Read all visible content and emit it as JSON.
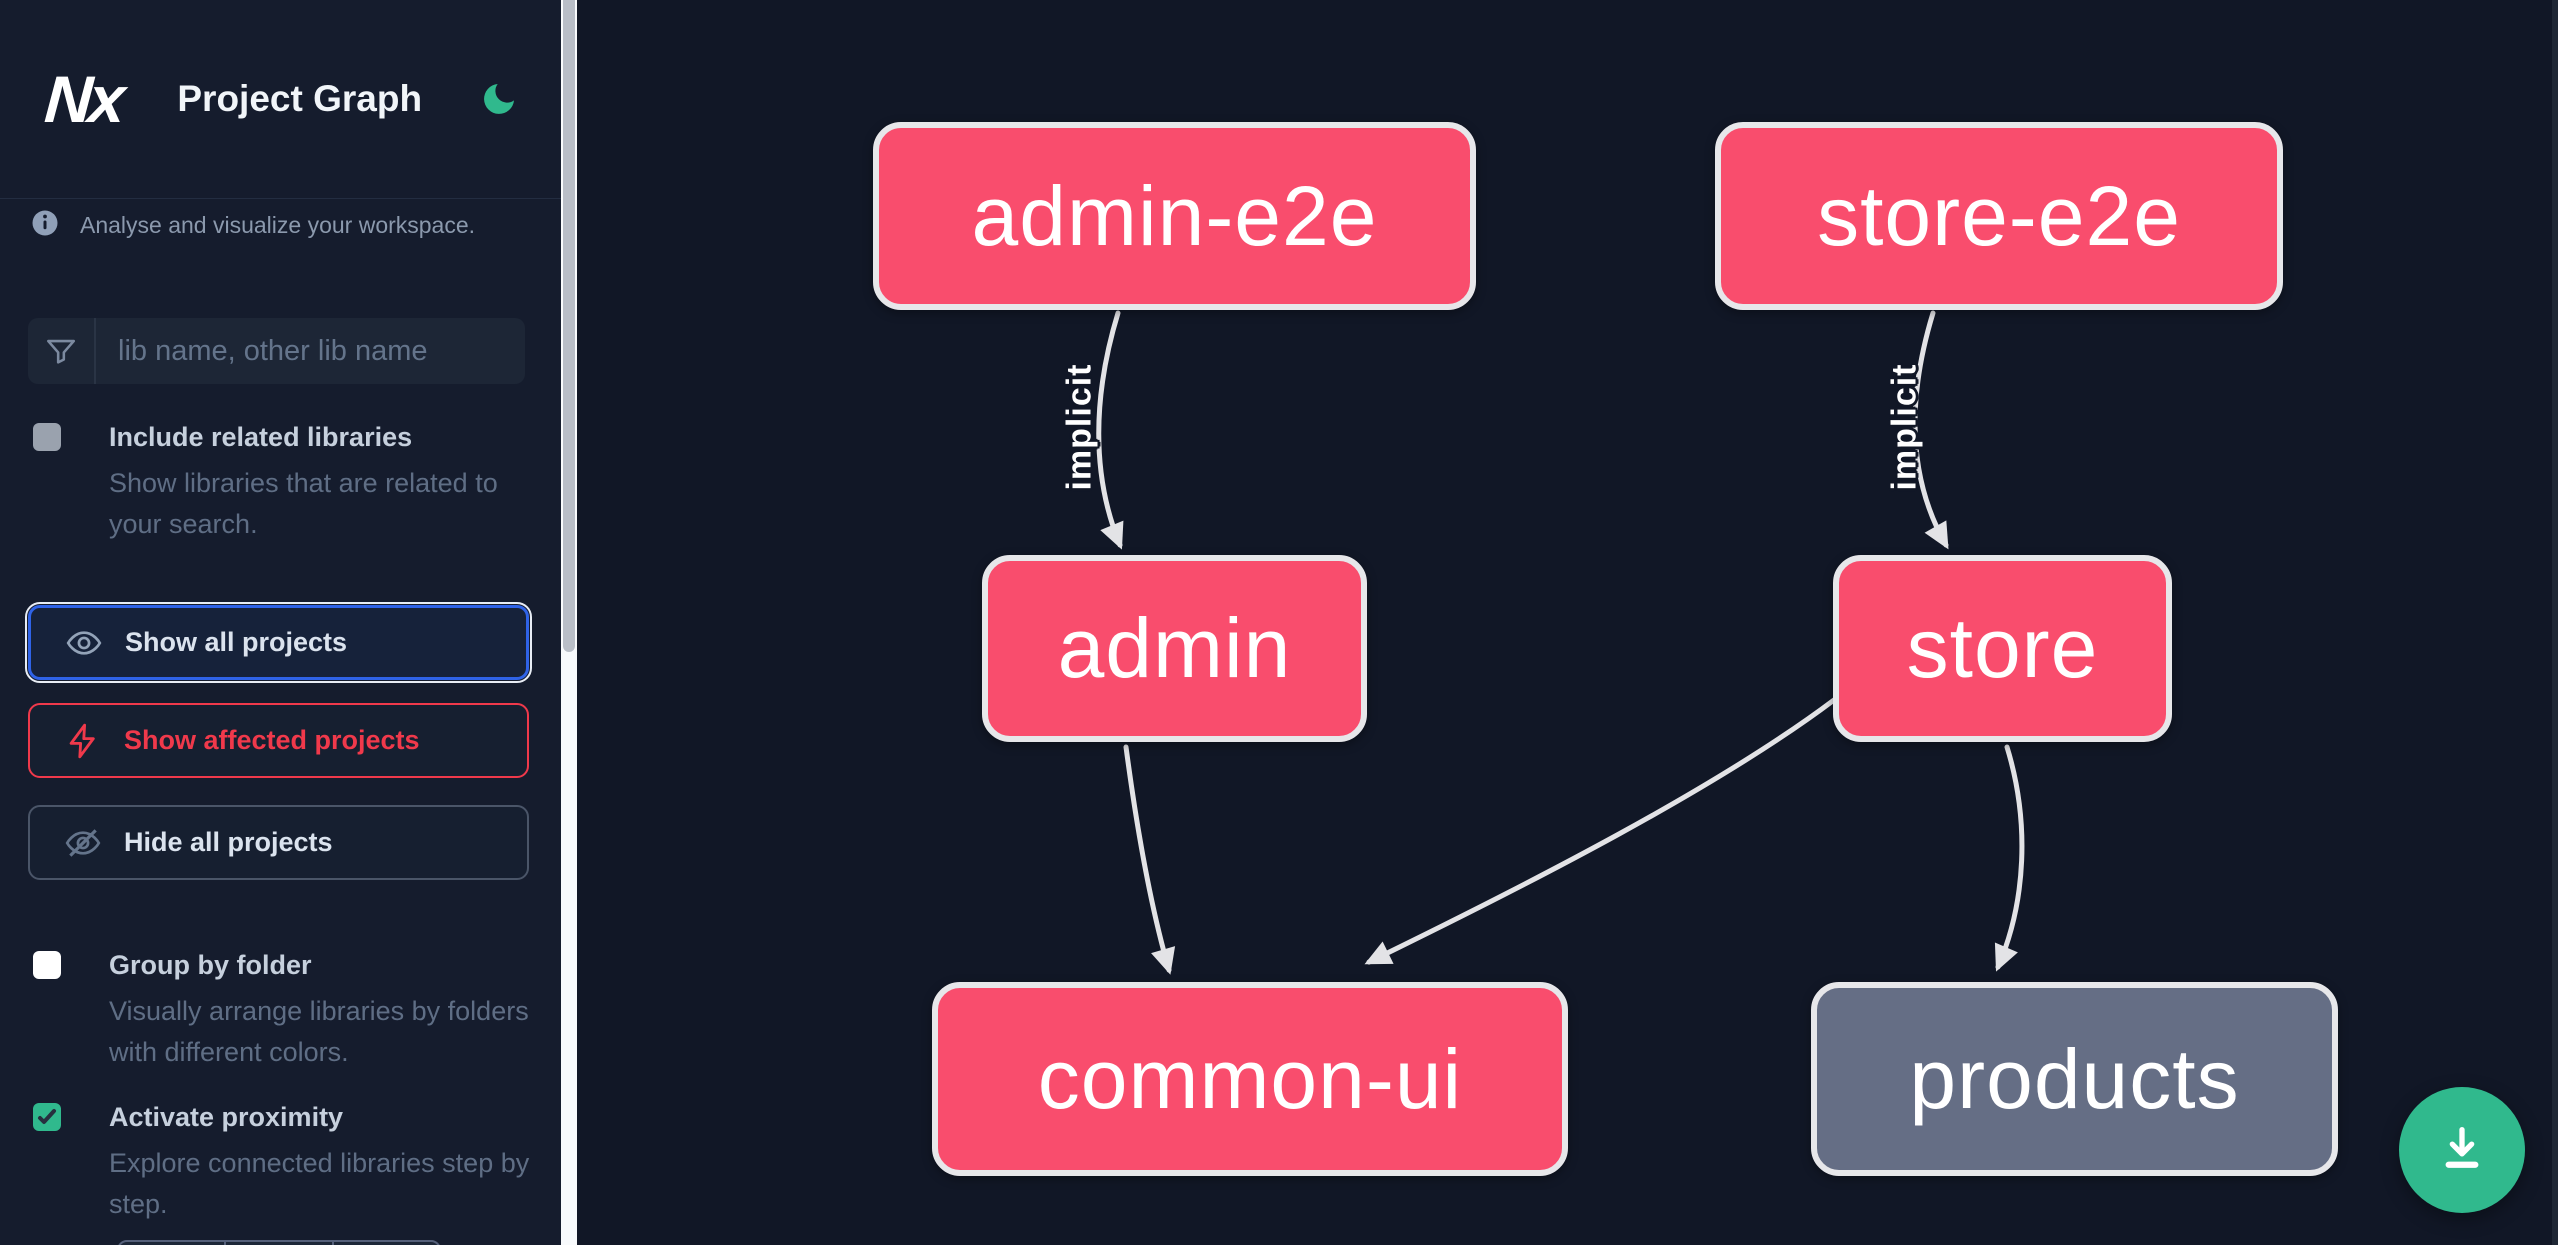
{
  "header": {
    "logo_text": "Nx",
    "app_title": "Project Graph"
  },
  "sidebar": {
    "tagline": "Analyse and visualize your workspace.",
    "search": {
      "placeholder": "lib name, other lib name",
      "value": ""
    },
    "options": [
      {
        "label": "Include related libraries",
        "description": "Show libraries that are related to your search.",
        "checked": false
      },
      {
        "label": "Group by folder",
        "description": "Visually arrange libraries by folders with different colors.",
        "checked": false
      },
      {
        "label": "Activate proximity",
        "description": "Explore connected libraries step by step.",
        "checked": true
      }
    ],
    "buttons": {
      "show_all": "Show all projects",
      "show_affected": "Show affected projects",
      "hide_all": "Hide all projects"
    }
  },
  "graph": {
    "nodes": [
      {
        "id": "admin-e2e",
        "color": "pink"
      },
      {
        "id": "store-e2e",
        "color": "pink"
      },
      {
        "id": "admin",
        "color": "pink"
      },
      {
        "id": "store",
        "color": "pink"
      },
      {
        "id": "common-ui",
        "color": "pink"
      },
      {
        "id": "products",
        "color": "gray"
      }
    ],
    "edges": [
      {
        "source": "admin-e2e",
        "target": "admin",
        "label": "implicit"
      },
      {
        "source": "store-e2e",
        "target": "store",
        "label": "implicit"
      },
      {
        "source": "admin",
        "target": "common-ui",
        "label": ""
      },
      {
        "source": "store",
        "target": "common-ui",
        "label": ""
      },
      {
        "source": "store",
        "target": "products",
        "label": ""
      }
    ],
    "edge_labels": [
      {
        "text": "implicit"
      },
      {
        "text": "implicit"
      }
    ]
  },
  "icons": {
    "logo": "nx-logo",
    "theme": "moon-icon",
    "tagline": "info-icon",
    "search": "funnel-icon",
    "show_all": "eye-icon",
    "show_affected": "bolt-icon",
    "hide_all": "eye-slash-icon",
    "fab": "download-icon"
  },
  "colors": {
    "sidebar_bg": "#151c2d",
    "canvas_bg": "#111726",
    "node_pink": "#f94d6d",
    "node_gray": "#656e85",
    "node_border": "#e7e7ea",
    "edge": "#e3e3e6",
    "accent_green": "#30b98d",
    "affected_red": "#f0394b",
    "focus_blue": "#2f63e7"
  }
}
